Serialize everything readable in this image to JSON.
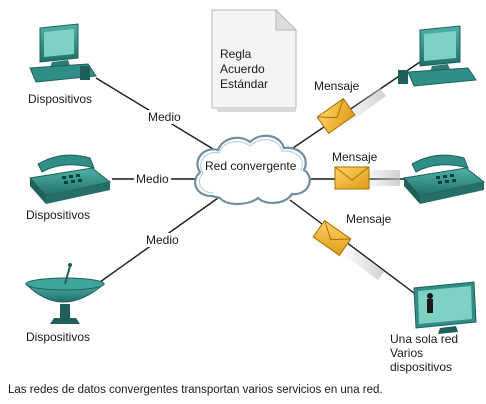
{
  "document": {
    "lines": [
      "Regla",
      "Acuerdo",
      "Estándar"
    ]
  },
  "cloud": {
    "label": "Red convergente"
  },
  "left": {
    "top_device_label": "Dispositivos",
    "middle_device_label": "Dispositivos",
    "bottom_device_label": "Dispositivos",
    "top_link_label": "Medio",
    "middle_link_label": "Medio",
    "bottom_link_label": "Medio"
  },
  "right": {
    "top_message_label": "Mensaje",
    "middle_message_label": "Mensaje",
    "bottom_message_label": "Mensaje",
    "bottom_device_lines": [
      "Una sola red",
      "Varios",
      "dispositivos"
    ]
  },
  "caption": "Las redes de datos convergentes transportan varios servicios en una red.",
  "colors": {
    "device_teal": "#2f8f86",
    "device_dark": "#1f5f59",
    "envelope": "#f0b429",
    "cloud_fill": "#ffffff",
    "cloud_stroke": "#6f8f9f",
    "line": "#1a1a1a"
  },
  "icons": {
    "computer": "desktop-computer-icon",
    "phone": "telephone-icon",
    "satellite": "satellite-dish-icon",
    "screen": "video-screen-icon",
    "envelope": "envelope-icon",
    "document": "document-icon",
    "cloud": "network-cloud-icon"
  }
}
